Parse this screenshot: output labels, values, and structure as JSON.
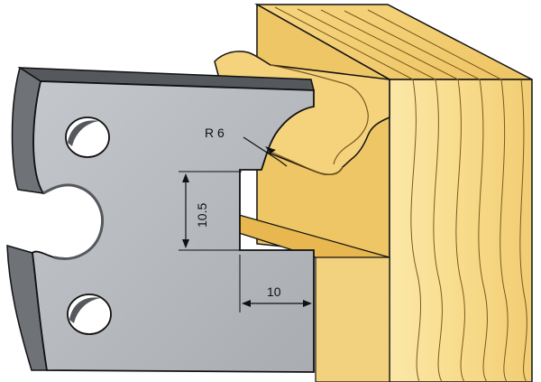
{
  "dimensions": {
    "radius_label": "R 6",
    "height_label": "10.5",
    "width_label": "10"
  },
  "colors": {
    "wood_light": "#fbe6a6",
    "wood_mid": "#f3cf6e",
    "wood_dark": "#e0ac3e",
    "wood_line": "#7a5a1e",
    "steel_face": "#b9bcc0",
    "steel_side": "#6f7277",
    "steel_top": "#55585c",
    "outline": "#111111"
  }
}
